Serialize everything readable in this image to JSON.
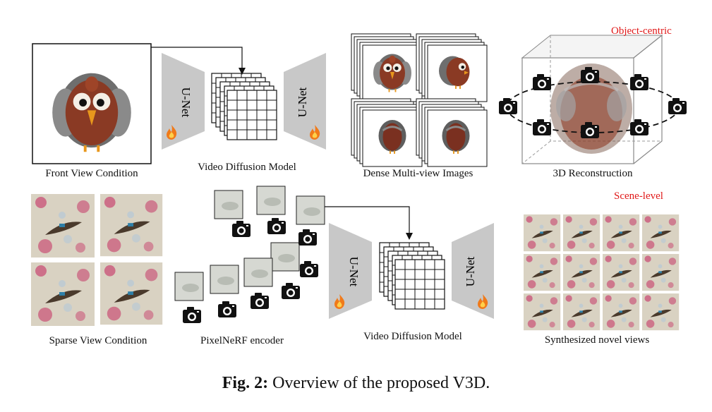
{
  "labels": {
    "front_view": "Front View Condition",
    "video_diffusion_top": "Video Diffusion Model",
    "dense_multiview": "Dense Multi-view Images",
    "reconstruction": "3D Reconstruction",
    "sparse_view": "Sparse View Condition",
    "pixelnerf": "PixelNeRF encoder",
    "video_diffusion_bottom": "Video Diffusion Model",
    "synthesized": "Synthesized novel views",
    "object_centric": "Object-centric",
    "scene_level": "Scene-level",
    "unet": "U-Net"
  },
  "caption": {
    "prefix": "Fig. 2:",
    "text": " Overview of the proposed V3D."
  },
  "colors": {
    "accent_red": "#e01818",
    "unet_gray": "#c8c8c8",
    "turkey_body": "#8a3a24",
    "feather": "#6e6e6e",
    "beak": "#e8971c",
    "fabric": "#d9d2c2",
    "flower": "#c9587a",
    "boat": "#4a3a2c"
  },
  "icons": [
    "camera-icon",
    "fire-icon",
    "arrow-icon"
  ]
}
